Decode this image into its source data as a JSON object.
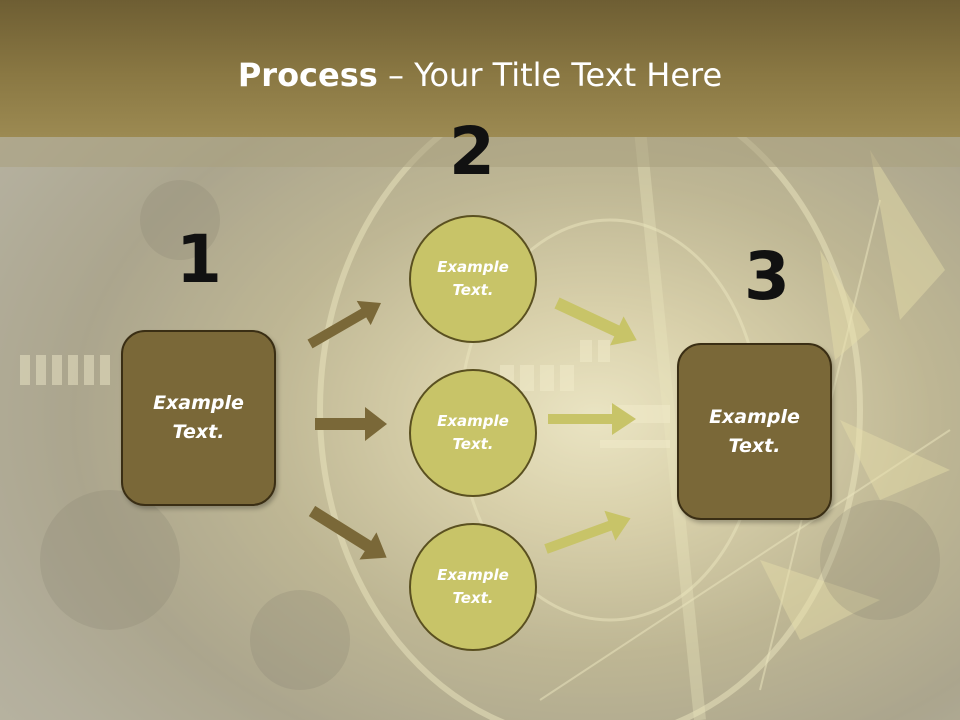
{
  "slide": {
    "title_bold": "Process",
    "title_rest": " – Your Title Text Here",
    "step_numbers": [
      "1",
      "2",
      "3"
    ],
    "left_box": "Example\nText.",
    "circles": [
      "Example\nText.",
      "Example\nText.",
      "Example\nText."
    ],
    "right_box": "Example\nText."
  },
  "colors": {
    "title_bar": "#8a7843",
    "box_fill": "#7a6838",
    "circle_fill": "#c8c468",
    "arrow_dark": "#7a6838",
    "arrow_light": "#c8c468"
  }
}
